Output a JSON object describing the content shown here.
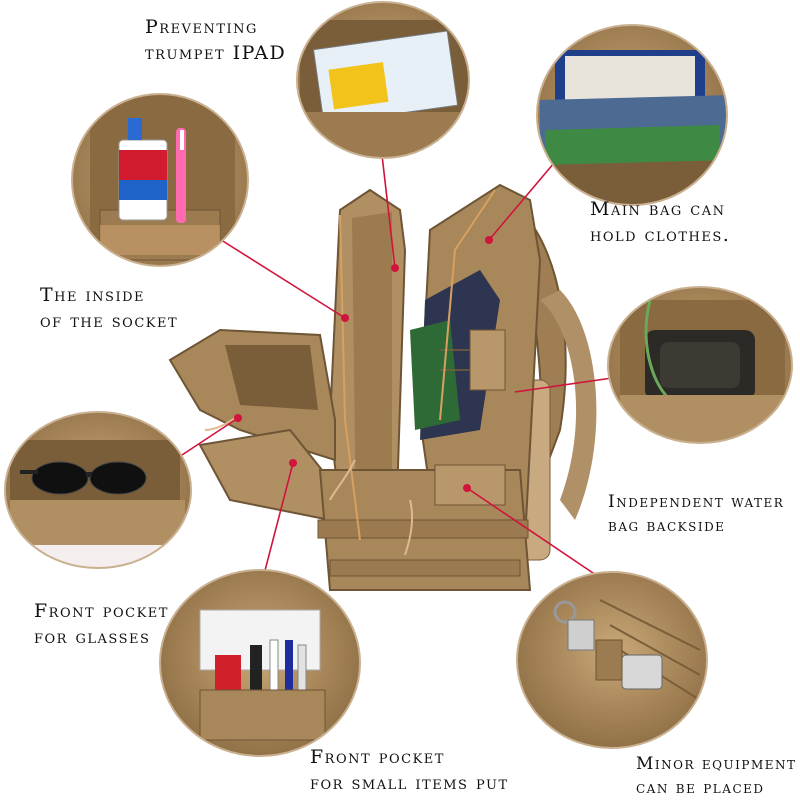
{
  "image_title": "",
  "labels": {
    "ipad": [
      "Preventing",
      "trumpet IPAD"
    ],
    "clothes": [
      "Main bag can",
      "hold clothes."
    ],
    "socket": [
      "The inside",
      "of the socket"
    ],
    "water": [
      "Independent water",
      "bag backside"
    ],
    "glasses": [
      "Front pocket",
      "for glasses"
    ],
    "small_items": [
      "Front pocket",
      "for small items put"
    ],
    "minor": [
      "Minor equipment",
      "can be placed"
    ]
  },
  "colors": {
    "background": "#ffffff",
    "leader_line": "#d0143c",
    "bag_tan": "#a8875a",
    "bag_dark": "#6e5536",
    "bag_light": "#c2a276",
    "zipper": "#d8a060",
    "text": "#111111"
  },
  "icons": {
    "toothpaste": "toothpaste-tube",
    "toothbrush": "toothbrush",
    "tablet": "tablet-device",
    "sunglasses": "sunglasses",
    "pens": "pens",
    "keychain": "keychain-flashlight",
    "water_bladder": "hydration-bladder"
  }
}
